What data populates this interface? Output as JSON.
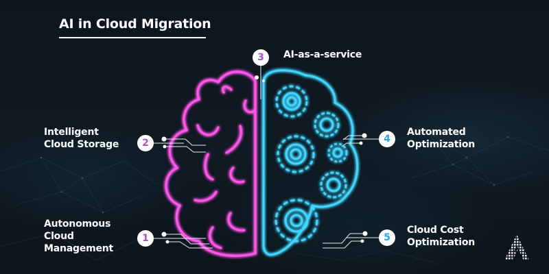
{
  "title": "AI in Cloud Migration",
  "items": [
    {
      "number": "1",
      "label": "Autonomous\nCloud\nManagement",
      "side": "left",
      "badge_color": "#b04fd6"
    },
    {
      "number": "2",
      "label": "Intelligent\nCloud Storage",
      "side": "left",
      "badge_color": "#b04fd6"
    },
    {
      "number": "3",
      "label": "AI-as-a-service",
      "side": "top",
      "badge_color": "#b04fd6"
    },
    {
      "number": "4",
      "label": "Automated\nOptimization",
      "side": "right",
      "badge_color": "#2ea3e0"
    },
    {
      "number": "5",
      "label": "Cloud Cost\nOptimization",
      "side": "right",
      "badge_color": "#2ea3e0"
    }
  ],
  "colors": {
    "background": "#0d141c",
    "brain_left_neon": "#ff4fe6",
    "brain_right_neon": "#3fd3ff",
    "text": "#ffffff"
  },
  "icons": {
    "left_half": "brain-neon-icon",
    "right_half": "gears-neon-icon",
    "logo": "dotted-chevron-logo-icon"
  }
}
